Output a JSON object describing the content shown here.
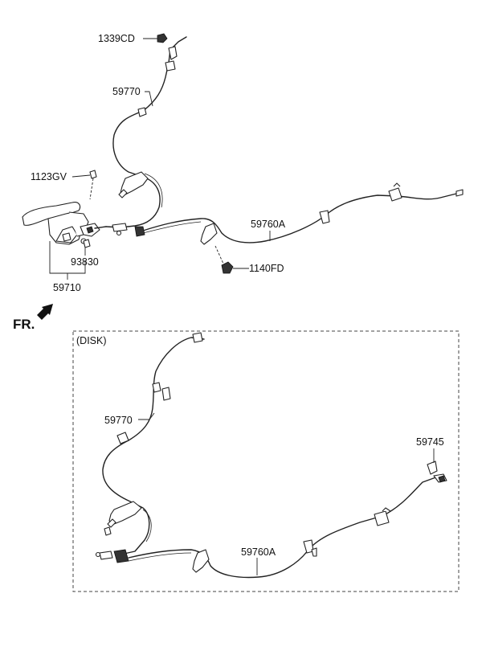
{
  "labels": {
    "p1339CD": "1339CD",
    "p59770_top": "59770",
    "p1123GV": "1123GV",
    "p59760A_top": "59760A",
    "p93830": "93830",
    "p1140FD": "1140FD",
    "p59710": "59710",
    "fr": "FR.",
    "disk": "(DISK)",
    "p59770_disk": "59770",
    "p59745": "59745",
    "p59760A_disk": "59760A"
  },
  "colors": {
    "line": "#222222",
    "background": "#ffffff"
  },
  "icons": {
    "fr_arrow": "forward-direction-arrow-icon"
  }
}
